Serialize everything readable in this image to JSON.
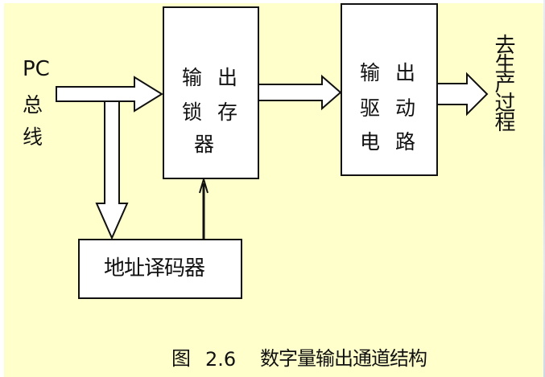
{
  "diagram": {
    "input_label": {
      "line1": "PC",
      "line2": "总",
      "line3": "线"
    },
    "latch_box": {
      "row1_a": "输",
      "row1_b": "出",
      "row2_a": "锁",
      "row2_b": "存",
      "row3": "器"
    },
    "driver_box": {
      "row1_a": "输",
      "row1_b": "出",
      "row2_a": "驱",
      "row2_b": "动",
      "row3_a": "电",
      "row3_b": "路"
    },
    "decoder_box": {
      "label": "地址译码器"
    },
    "output_label": "去生产过程",
    "caption": {
      "prefix": "图",
      "number": "2.6",
      "title": "数字量输出通道结构"
    },
    "colors": {
      "background": "#ffffcc",
      "box_fill": "#ffffff",
      "stroke": "#111111"
    }
  }
}
